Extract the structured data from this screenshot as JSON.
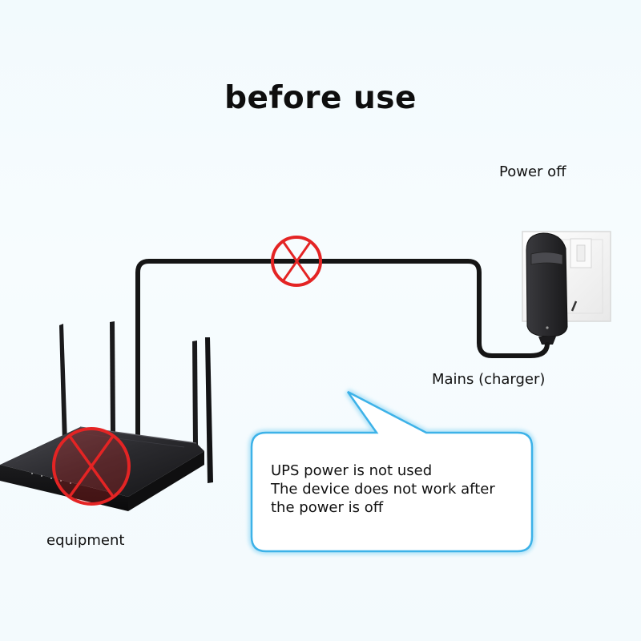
{
  "title": "before use",
  "labels": {
    "power_off": "Power off",
    "mains": "Mains (charger)",
    "equipment": "equipment"
  },
  "bubble": {
    "lines": [
      "UPS power is not used",
      "The device does not work after",
      "the power is off"
    ]
  },
  "colors": {
    "cable": "#151515",
    "cross": "#e42424",
    "bubble_border": "#3db2e8",
    "router": "#1f1f22",
    "adapter": "#2b2b2e",
    "outlet": "#f4f4f4"
  },
  "icons": {
    "cable_cross": "red-cross-circle-icon",
    "router_cross": "red-cross-circle-icon"
  }
}
